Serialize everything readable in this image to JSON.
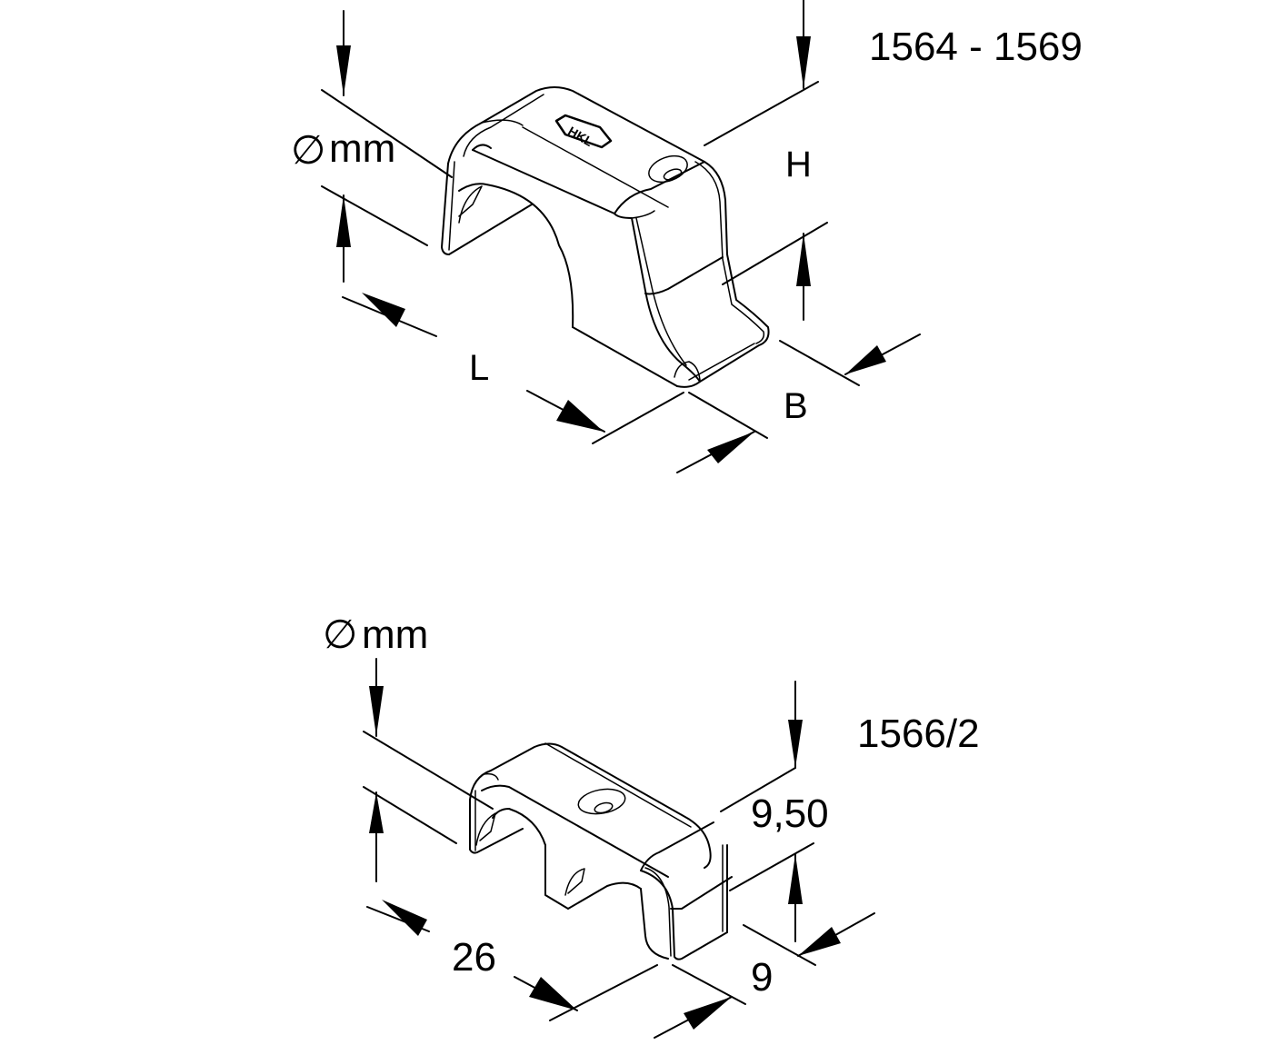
{
  "top_drawing": {
    "title": "1564 - 1569",
    "diameter_symbol": "∅",
    "diameter_unit": "mm",
    "height_label": "H",
    "length_label": "L",
    "width_label": "B",
    "logo_text": "HKL"
  },
  "bottom_drawing": {
    "title": "1566/2",
    "diameter_symbol": "∅",
    "diameter_unit": "mm",
    "height_value": "9,50",
    "length_value": "26",
    "width_value": "9"
  }
}
